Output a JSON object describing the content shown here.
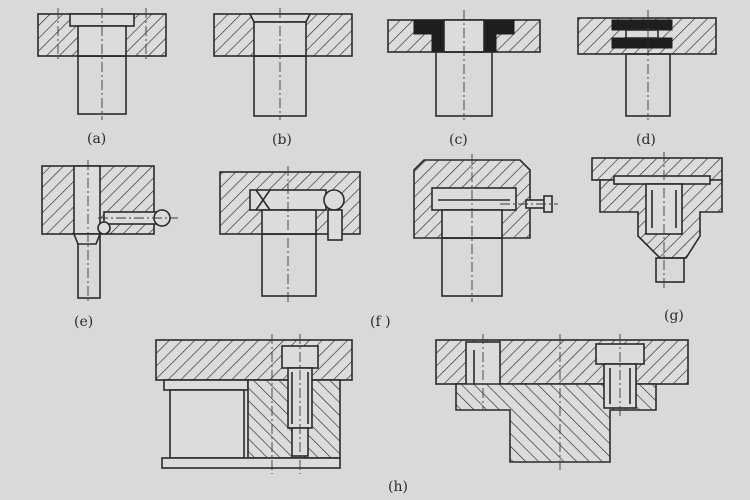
{
  "figure": {
    "labels": {
      "a": "(a)",
      "b": "(b)",
      "c": "(c)",
      "d": "(d)",
      "e": "(e)",
      "f": "(f )",
      "g": "(g)",
      "h": "(h)"
    }
  },
  "colors": {
    "paper": "#d9d9d7",
    "ink": "#2b2b2b"
  }
}
